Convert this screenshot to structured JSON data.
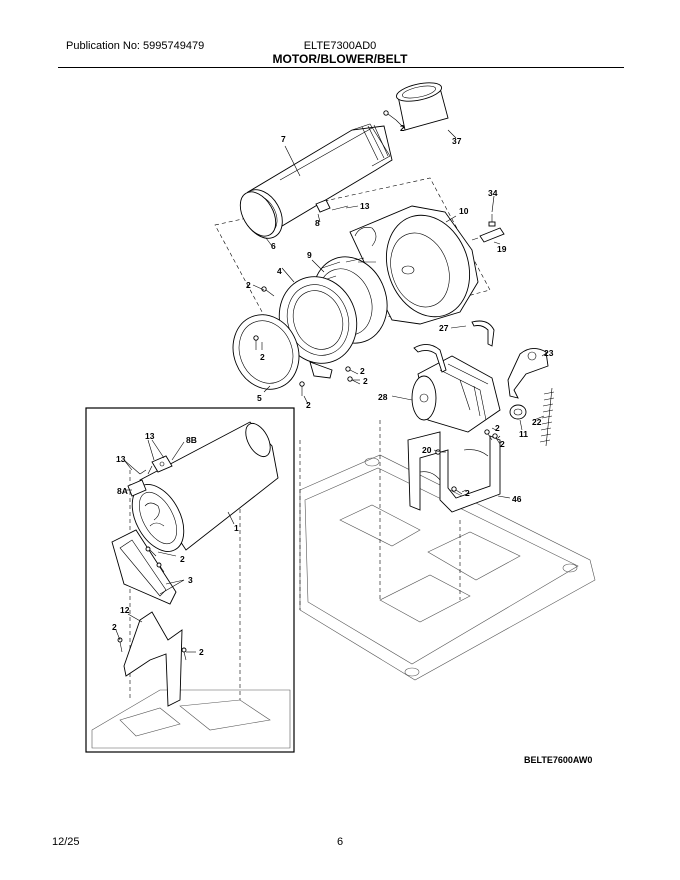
{
  "header": {
    "publication": "Publication No: 5995749479",
    "model": "ELTE7300AD0",
    "section_title": "MOTOR/BLOWER/BELT"
  },
  "diagram": {
    "drawing_code": "BELTE7600AW0",
    "callouts": [
      "7",
      "2",
      "37",
      "8",
      "13",
      "10",
      "34",
      "6",
      "9",
      "19",
      "4",
      "2",
      "27",
      "23",
      "2",
      "2",
      "2",
      "28",
      "5",
      "2",
      "2",
      "2",
      "11",
      "22",
      "20",
      "2",
      "46",
      "13",
      "8B",
      "13",
      "8A",
      "1",
      "2",
      "3",
      "12",
      "2",
      "2"
    ]
  },
  "footer": {
    "date": "12/25",
    "page": "6"
  }
}
